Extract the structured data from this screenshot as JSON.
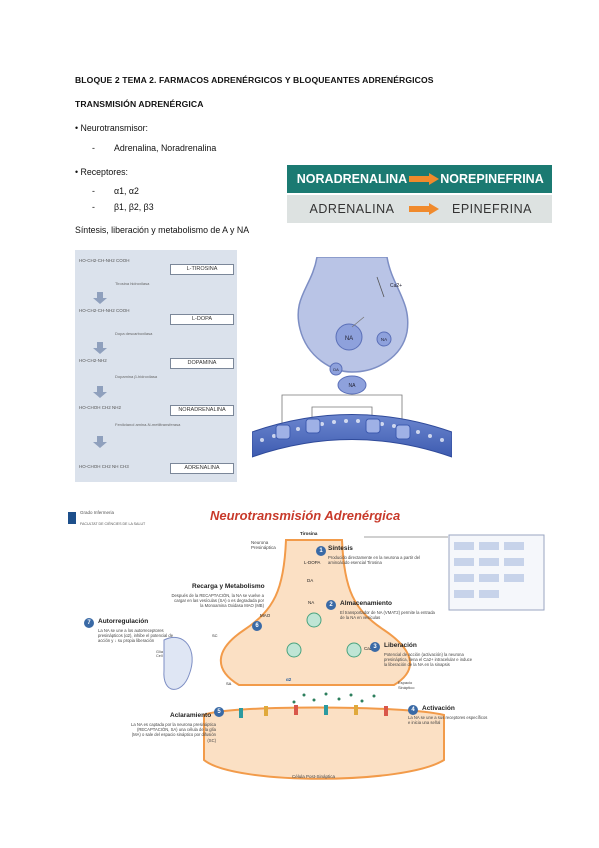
{
  "header": {
    "title": "BLOQUE 2 TEMA 2. FARMACOS ADRENÉRGICOS Y BLOQUEANTES ADRENÉRGICOS",
    "subtitle": "TRANSMISIÓN ADRENÉRGICA"
  },
  "neurotransmisor": {
    "label": "• Neurotransmisor:",
    "item": "Adrenalina, Noradrenalina"
  },
  "receptores": {
    "label": "• Receptores:",
    "alpha": "α1, α2",
    "beta": "β1, β2, β3"
  },
  "section_heading": "Síntesis, liberación y metabolismo de A y NA",
  "names_table": {
    "row1_left": "NORADRENALINA",
    "row1_right": "NOREPINEFRINA",
    "row2_left": "ADRENALINA",
    "row2_right": "EPINEFRINA",
    "arrow_color": "#f08a2c",
    "row1_color": "#1b7a72"
  },
  "synthesis": {
    "steps": [
      "L-TIROSINA",
      "L-DOPA",
      "DOPAMINA",
      "NORADRENALINA",
      "ADRENALINA"
    ],
    "chem": [
      "HO-CH2-CH-NH2 COOH",
      "HO-CH2-CH-NH2 COOH",
      "HO-CH2-NH2",
      "HO-CHOH CH2 NH2",
      "HO-CHOH CH2 NH CH3"
    ],
    "enzymes": [
      "Tirosina hidroxilasa",
      "Dopa descarboxilasa",
      "Dopamina β-hidroxilasa",
      "Fenilctanol amina-N-metiltransferasa"
    ]
  },
  "neuron": {
    "labels": [
      "Ca2+",
      "NA",
      "NA",
      "NA",
      "DA",
      "NA"
    ]
  },
  "infographic": {
    "brand": "Grado Infermeria",
    "faculty": "FACULTAT DE CIÈNCIES DE LA SALUT",
    "title": "Neurotransmisión Adrenérgica",
    "presynaptic": "Neurona Presináptica",
    "postsynaptic": "Célula Post-Sináptica",
    "glia": "Glía Cell",
    "steps": [
      {
        "num": "1",
        "title": "Síntesis",
        "text": "Producido directamente en la neurona a partir del aminoácido esencial Tirosina"
      },
      {
        "num": "2",
        "title": "Almacenamiento",
        "text": "El transportador de NA (VMAT2) permite la entrada de la NA en vesículas"
      },
      {
        "num": "3",
        "title": "Liberación",
        "text": "Potencial de acción (activación) la neurona presináptica, llena el Ca2+ intracelular e induce la liberación de la NA en la sinapsis"
      },
      {
        "num": "4",
        "title": "Activación",
        "text": "La NA se une a sus receptores específicos e inicia una señal"
      },
      {
        "num": "5",
        "title": "Aclaramiento",
        "text": "La NA es captada por la neurona presináptica (RECAPTACIÓN, SA) una célula de la glía (MA) o sale del espacio sináptico por difusión (SC)"
      },
      {
        "num": "6",
        "title": "Recarga y Metabolismo",
        "text": "Después de la RECAPTACIÓN, la NA se vuelve a cargar en las vesículas (SA) o es degradada por la Monoamina Oxidasa MAO (MB)"
      },
      {
        "num": "7",
        "title": "Autorregulación",
        "text": "La NA se une a los autorreceptores presinápticos (α2), inhibe el potencial de acción y ↓ su propia liberación"
      }
    ],
    "labels": {
      "tirosina": "Tirosina",
      "ldopa": "L-DOPA",
      "da": "DA",
      "na": "NA",
      "mao": "MAO",
      "alpha2": "α2",
      "espacio": "Espacio Sináptico",
      "sc": "SC",
      "sa": "SA",
      "ca": "Ca2+"
    }
  }
}
